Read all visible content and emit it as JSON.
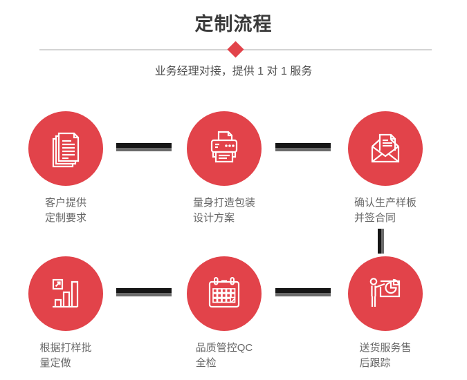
{
  "header": {
    "title": "定制流程",
    "subtitle": "业务经理对接，提供 1 对 1 服务"
  },
  "colors": {
    "accent_red": "#e2434a",
    "title_text": "#3a3a3a",
    "subtitle_text": "#4f4f4f",
    "label_text": "#666666",
    "connector_dark": "#161616",
    "connector_gray": "#6b6b6b",
    "divider": "#d4d4d4",
    "icon_stroke": "#ffffff"
  },
  "steps": [
    {
      "icon": "documents-icon",
      "label": "客户提供\n定制要求"
    },
    {
      "icon": "printer-icon",
      "label": "量身打造包装\n设计方案"
    },
    {
      "icon": "envelope-icon",
      "label": "确认生产样板\n并签合同"
    },
    {
      "icon": "bar-chart-icon",
      "label": "根据打样批\n量定做"
    },
    {
      "icon": "calendar-icon",
      "label": "品质管控QC\n全检"
    },
    {
      "icon": "presenter-icon",
      "label": "送货服务售\n后跟踪"
    }
  ]
}
